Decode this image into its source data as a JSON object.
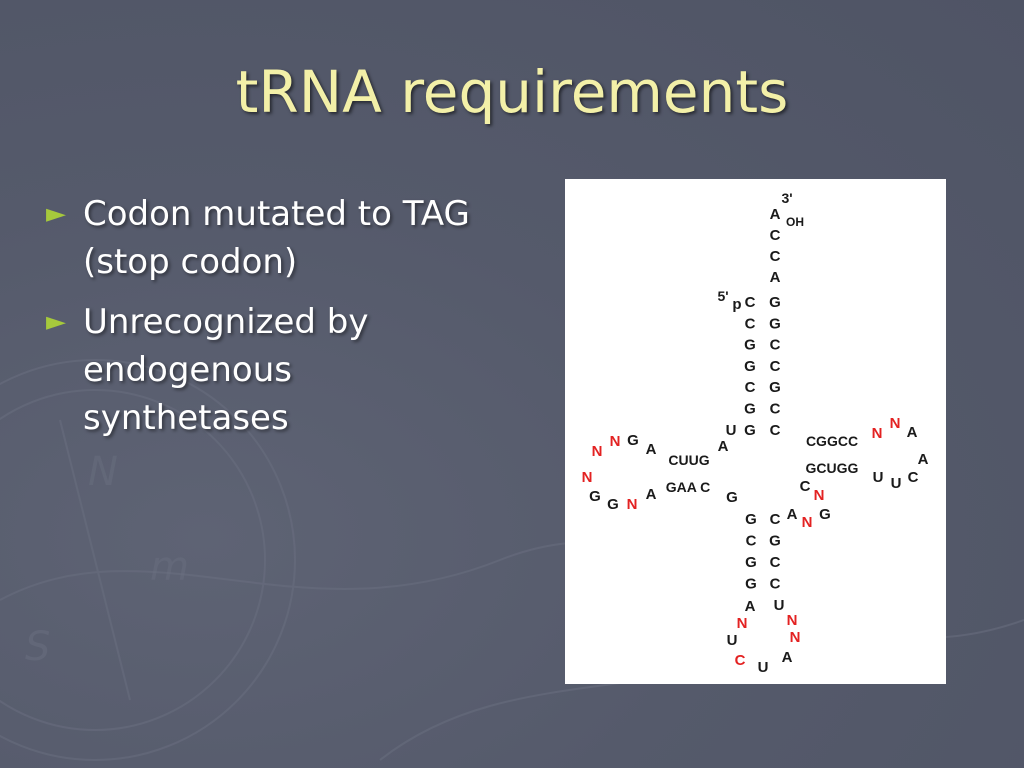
{
  "slide": {
    "title": "tRNA requirements",
    "bullets": [
      {
        "arrow": "►",
        "lines": [
          "Codon mutated to TAG",
          "(stop codon)"
        ]
      },
      {
        "arrow": "►",
        "lines": [
          "Unrecognized by",
          "endogenous",
          "synthetases"
        ]
      }
    ]
  },
  "colors": {
    "title": "#f3f0a8",
    "bullet_arrow": "#a6c93c",
    "text": "#ffffff",
    "background": "#555a6b",
    "base": "#1a1a1a",
    "variable_base": "#e32222"
  },
  "figure": {
    "labels": {
      "three_prime": "3'",
      "oh": "OH",
      "five_prime": "5'",
      "p": "p"
    },
    "acceptor_tail": [
      "A",
      "C",
      "C",
      "A"
    ],
    "acceptor_left": [
      "C",
      "C",
      "G",
      "G",
      "C",
      "G",
      "U"
    ],
    "acceptor_right": [
      "G",
      "G",
      "C",
      "C",
      "G",
      "C",
      "C"
    ],
    "d_arm": {
      "top": "CUUG",
      "bottom": "GAA C",
      "junction": [
        "A",
        "G",
        "A"
      ],
      "loop": [
        {
          "t": "N",
          "v": true
        },
        {
          "t": "N",
          "v": true
        },
        {
          "t": "G",
          "v": false
        },
        {
          "t": "A",
          "v": false
        },
        {
          "t": "N",
          "v": true
        },
        {
          "t": "G",
          "v": false
        },
        {
          "t": "G",
          "v": false
        },
        {
          "t": "N",
          "v": true
        },
        {
          "t": "A",
          "v": false
        }
      ]
    },
    "t_arm": {
      "top": "CGGCC",
      "bottom": "GCUGG",
      "loop": [
        {
          "t": "N",
          "v": true
        },
        {
          "t": "N",
          "v": true
        },
        {
          "t": "A",
          "v": false
        },
        {
          "t": "A",
          "v": false
        },
        {
          "t": "C",
          "v": false
        },
        {
          "t": "U",
          "v": false
        },
        {
          "t": "U",
          "v": false
        }
      ]
    },
    "variable": [
      {
        "t": "C",
        "v": false
      },
      {
        "t": "N",
        "v": true
      },
      {
        "t": "A",
        "v": false
      },
      {
        "t": "N",
        "v": true
      },
      {
        "t": "G",
        "v": false
      }
    ],
    "anticodon_left": [
      "G",
      "C",
      "G",
      "G"
    ],
    "anticodon_right": [
      "C",
      "G",
      "C",
      "C"
    ],
    "anticodon_loop": [
      {
        "t": "A",
        "v": false
      },
      {
        "t": "N",
        "v": true
      },
      {
        "t": "U",
        "v": false
      },
      {
        "t": "C",
        "v": true
      },
      {
        "t": "U",
        "v": false
      },
      {
        "t": "A",
        "v": false
      },
      {
        "t": "N",
        "v": true
      },
      {
        "t": "N",
        "v": true
      },
      {
        "t": "U",
        "v": false
      }
    ]
  }
}
